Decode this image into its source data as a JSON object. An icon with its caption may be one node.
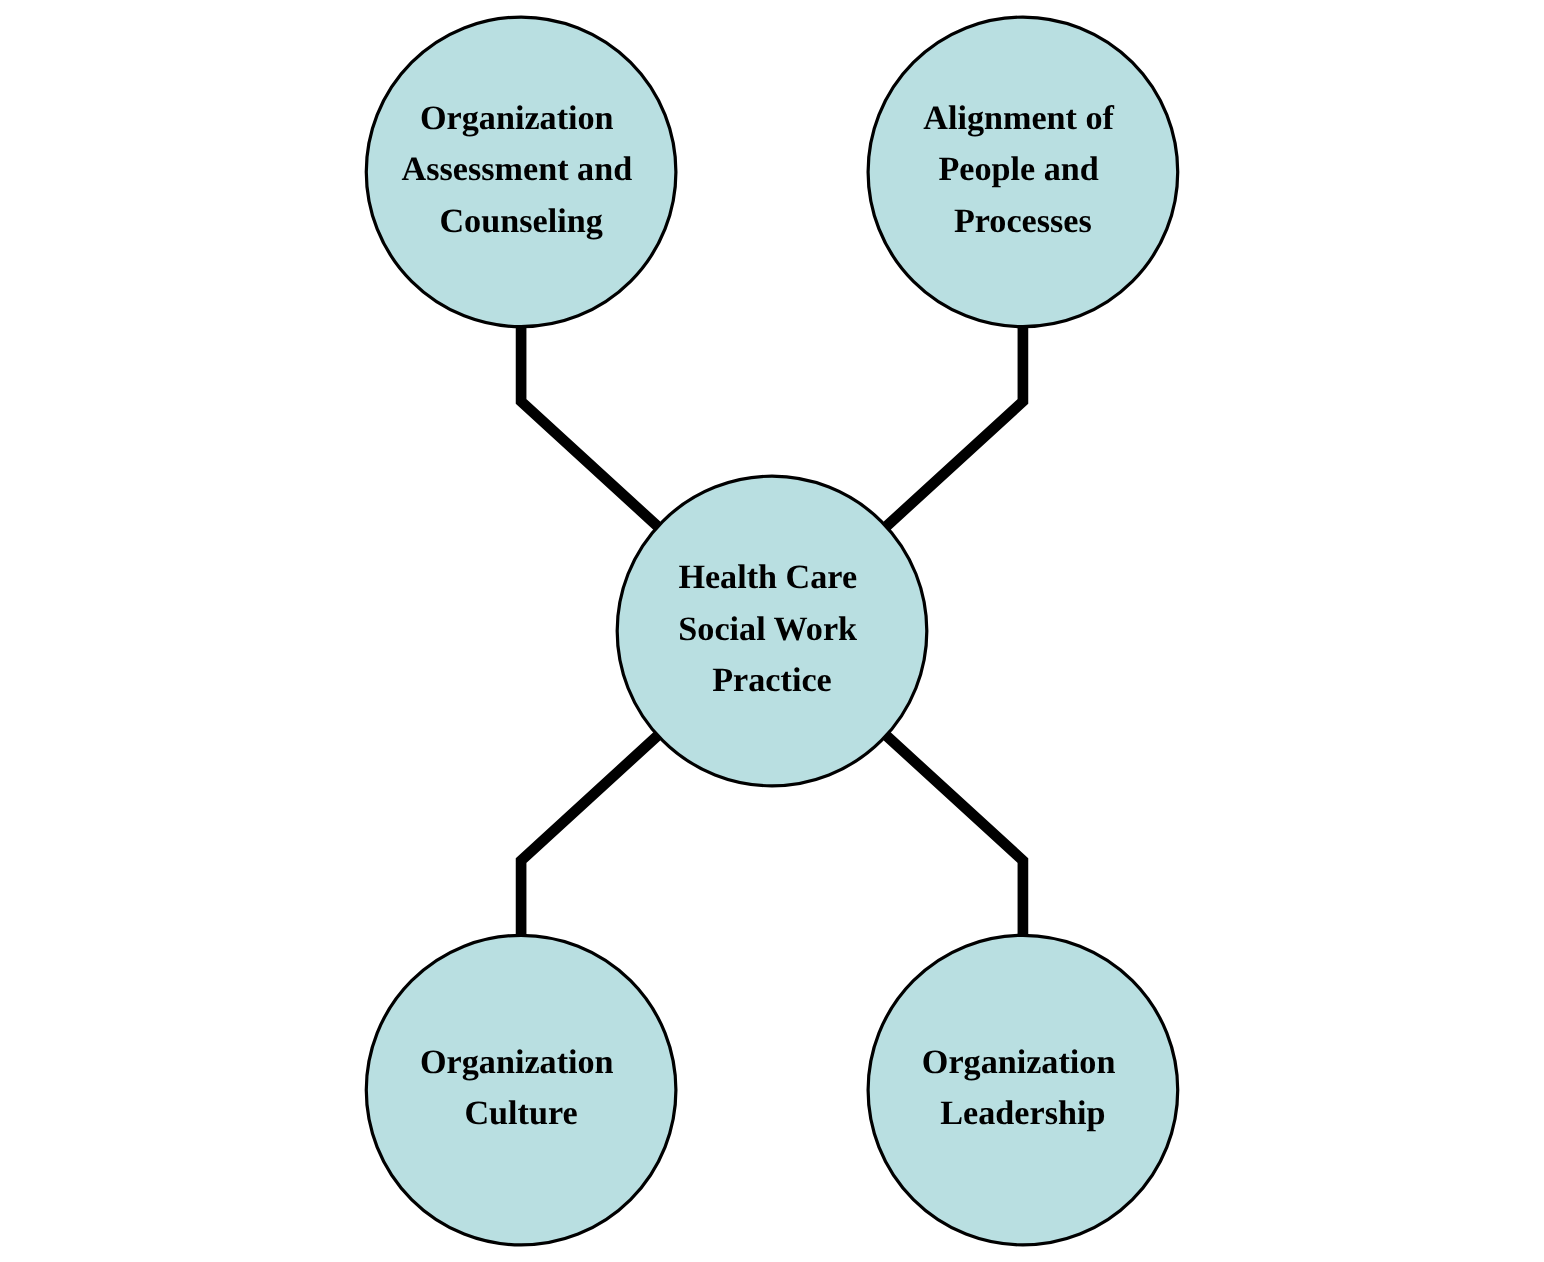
{
  "diagram": {
    "nodes": [
      {
        "text": [
          "Organization Assessment and Counseling"
        ]
      },
      {
        "text": [
          "Alignment of People and Processes"
        ]
      },
      {
        "text": [
          "Health Care Social Work Practice"
        ]
      },
      {
        "text": [
          "Organization Culture"
        ]
      },
      {
        "text": [
          "Organization Leadership"
        ]
      }
    ],
    "edges": [
      {
        "from": 0,
        "to": 2,
        "arrow": "none"
      },
      {
        "from": 1,
        "to": 2,
        "arrow": "none"
      },
      {
        "from": 2,
        "to": 3,
        "arrow": "none"
      },
      {
        "from": 2,
        "to": 4,
        "arrow": "none"
      }
    ]
  }
}
